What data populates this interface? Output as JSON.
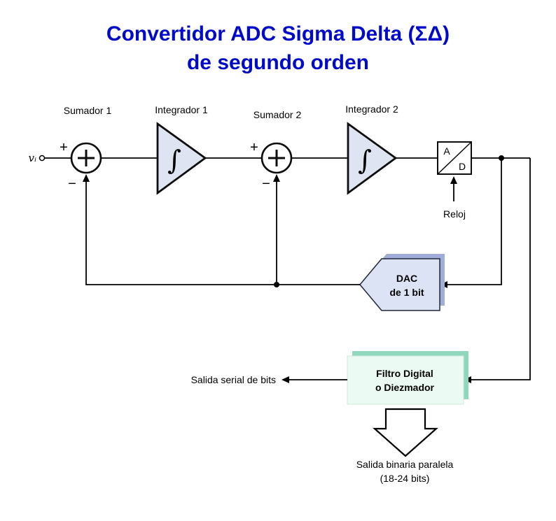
{
  "title": {
    "line1": "Convertidor ADC Sigma Delta (ΣΔ)",
    "line2": "de segundo orden"
  },
  "labels": {
    "input": "vᵢ",
    "sumador1": "Sumador 1",
    "integrador1": "Integrador 1",
    "sumador2": "Sumador 2",
    "integrador2": "Integrador 2",
    "integral": "∫",
    "plus": "+",
    "minus": "−",
    "adc_a": "A",
    "adc_d": "D",
    "reloj": "Reloj",
    "dac_line1": "DAC",
    "dac_line2": "de 1 bit",
    "filtro_line1": "Filtro Digital",
    "filtro_line2": "o Diezmador",
    "salida_serial": "Salida serial de bits",
    "salida_paralela_line1": "Salida binaria paralela",
    "salida_paralela_line2": "(18-24 bits)"
  },
  "colors": {
    "title": "#000ac8",
    "integrator_fill": "#dfe4f3",
    "dac_fill": "#dce3f5",
    "dac_shadow": "#9fadd8",
    "filtro_fill": "#ebfaf3",
    "filtro_shadow": "#8fd8bd",
    "line": "#000000"
  }
}
